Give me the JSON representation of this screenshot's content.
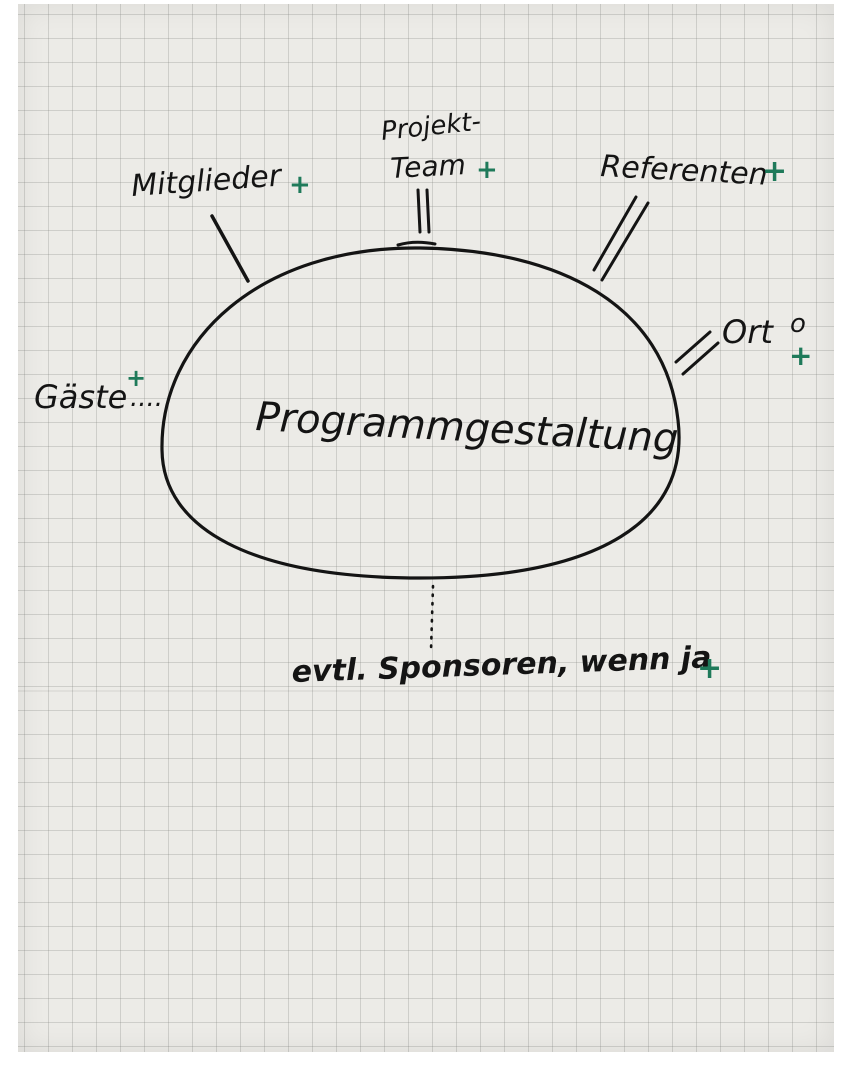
{
  "diagram": {
    "center_label": "Programmgestaltung",
    "nodes": [
      {
        "id": "mitglieder",
        "label": "Mitglieder",
        "mark": "+"
      },
      {
        "id": "projekt-team",
        "label_line1": "Projekt-",
        "label_line2": "Team",
        "mark": "+"
      },
      {
        "id": "referenten",
        "label": "Referenten",
        "mark": "+"
      },
      {
        "id": "ort",
        "label": "Ort",
        "mark_top": "o",
        "mark": "+"
      },
      {
        "id": "gaeste",
        "label": "Gäste",
        "mark": "+",
        "suffix": "...."
      },
      {
        "id": "sponsoren",
        "label": "evtl. Sponsoren, wenn ja",
        "mark": "+"
      }
    ]
  },
  "colors": {
    "paper": "#ecebe7",
    "ink": "#141414",
    "accent_green": "#1f7a5a"
  }
}
